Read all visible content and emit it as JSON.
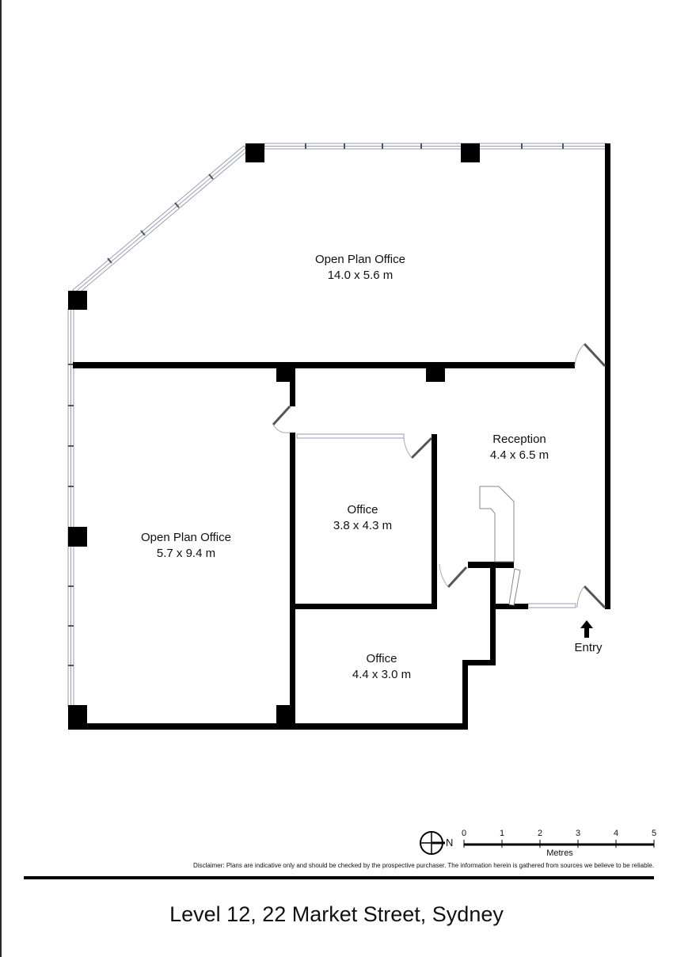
{
  "plan": {
    "rooms": [
      {
        "name": "Open Plan Office",
        "size": "14.0 x 5.6 m"
      },
      {
        "name": "Open Plan Office",
        "size": "5.7 x 9.4 m"
      },
      {
        "name": "Office",
        "size": "3.8 x 4.3 m"
      },
      {
        "name": "Reception",
        "size": "4.4 x 6.5 m"
      },
      {
        "name": "Office",
        "size": "4.4 x 3.0 m"
      }
    ],
    "entry_label": "Entry",
    "colors": {
      "wall": "#000000",
      "window": "#9a9ab8",
      "door": "#555555"
    }
  },
  "scale": {
    "north": "N",
    "ticks": [
      "0",
      "1",
      "2",
      "3",
      "4",
      "5"
    ],
    "unit": "Metres"
  },
  "disclaimer": "Disclaimer: Plans are indicative only and should be checked by the prospective purchaser. The information herein is gathered from sources we believe to be reliable.",
  "title": "Level 12, 22 Market Street, Sydney"
}
